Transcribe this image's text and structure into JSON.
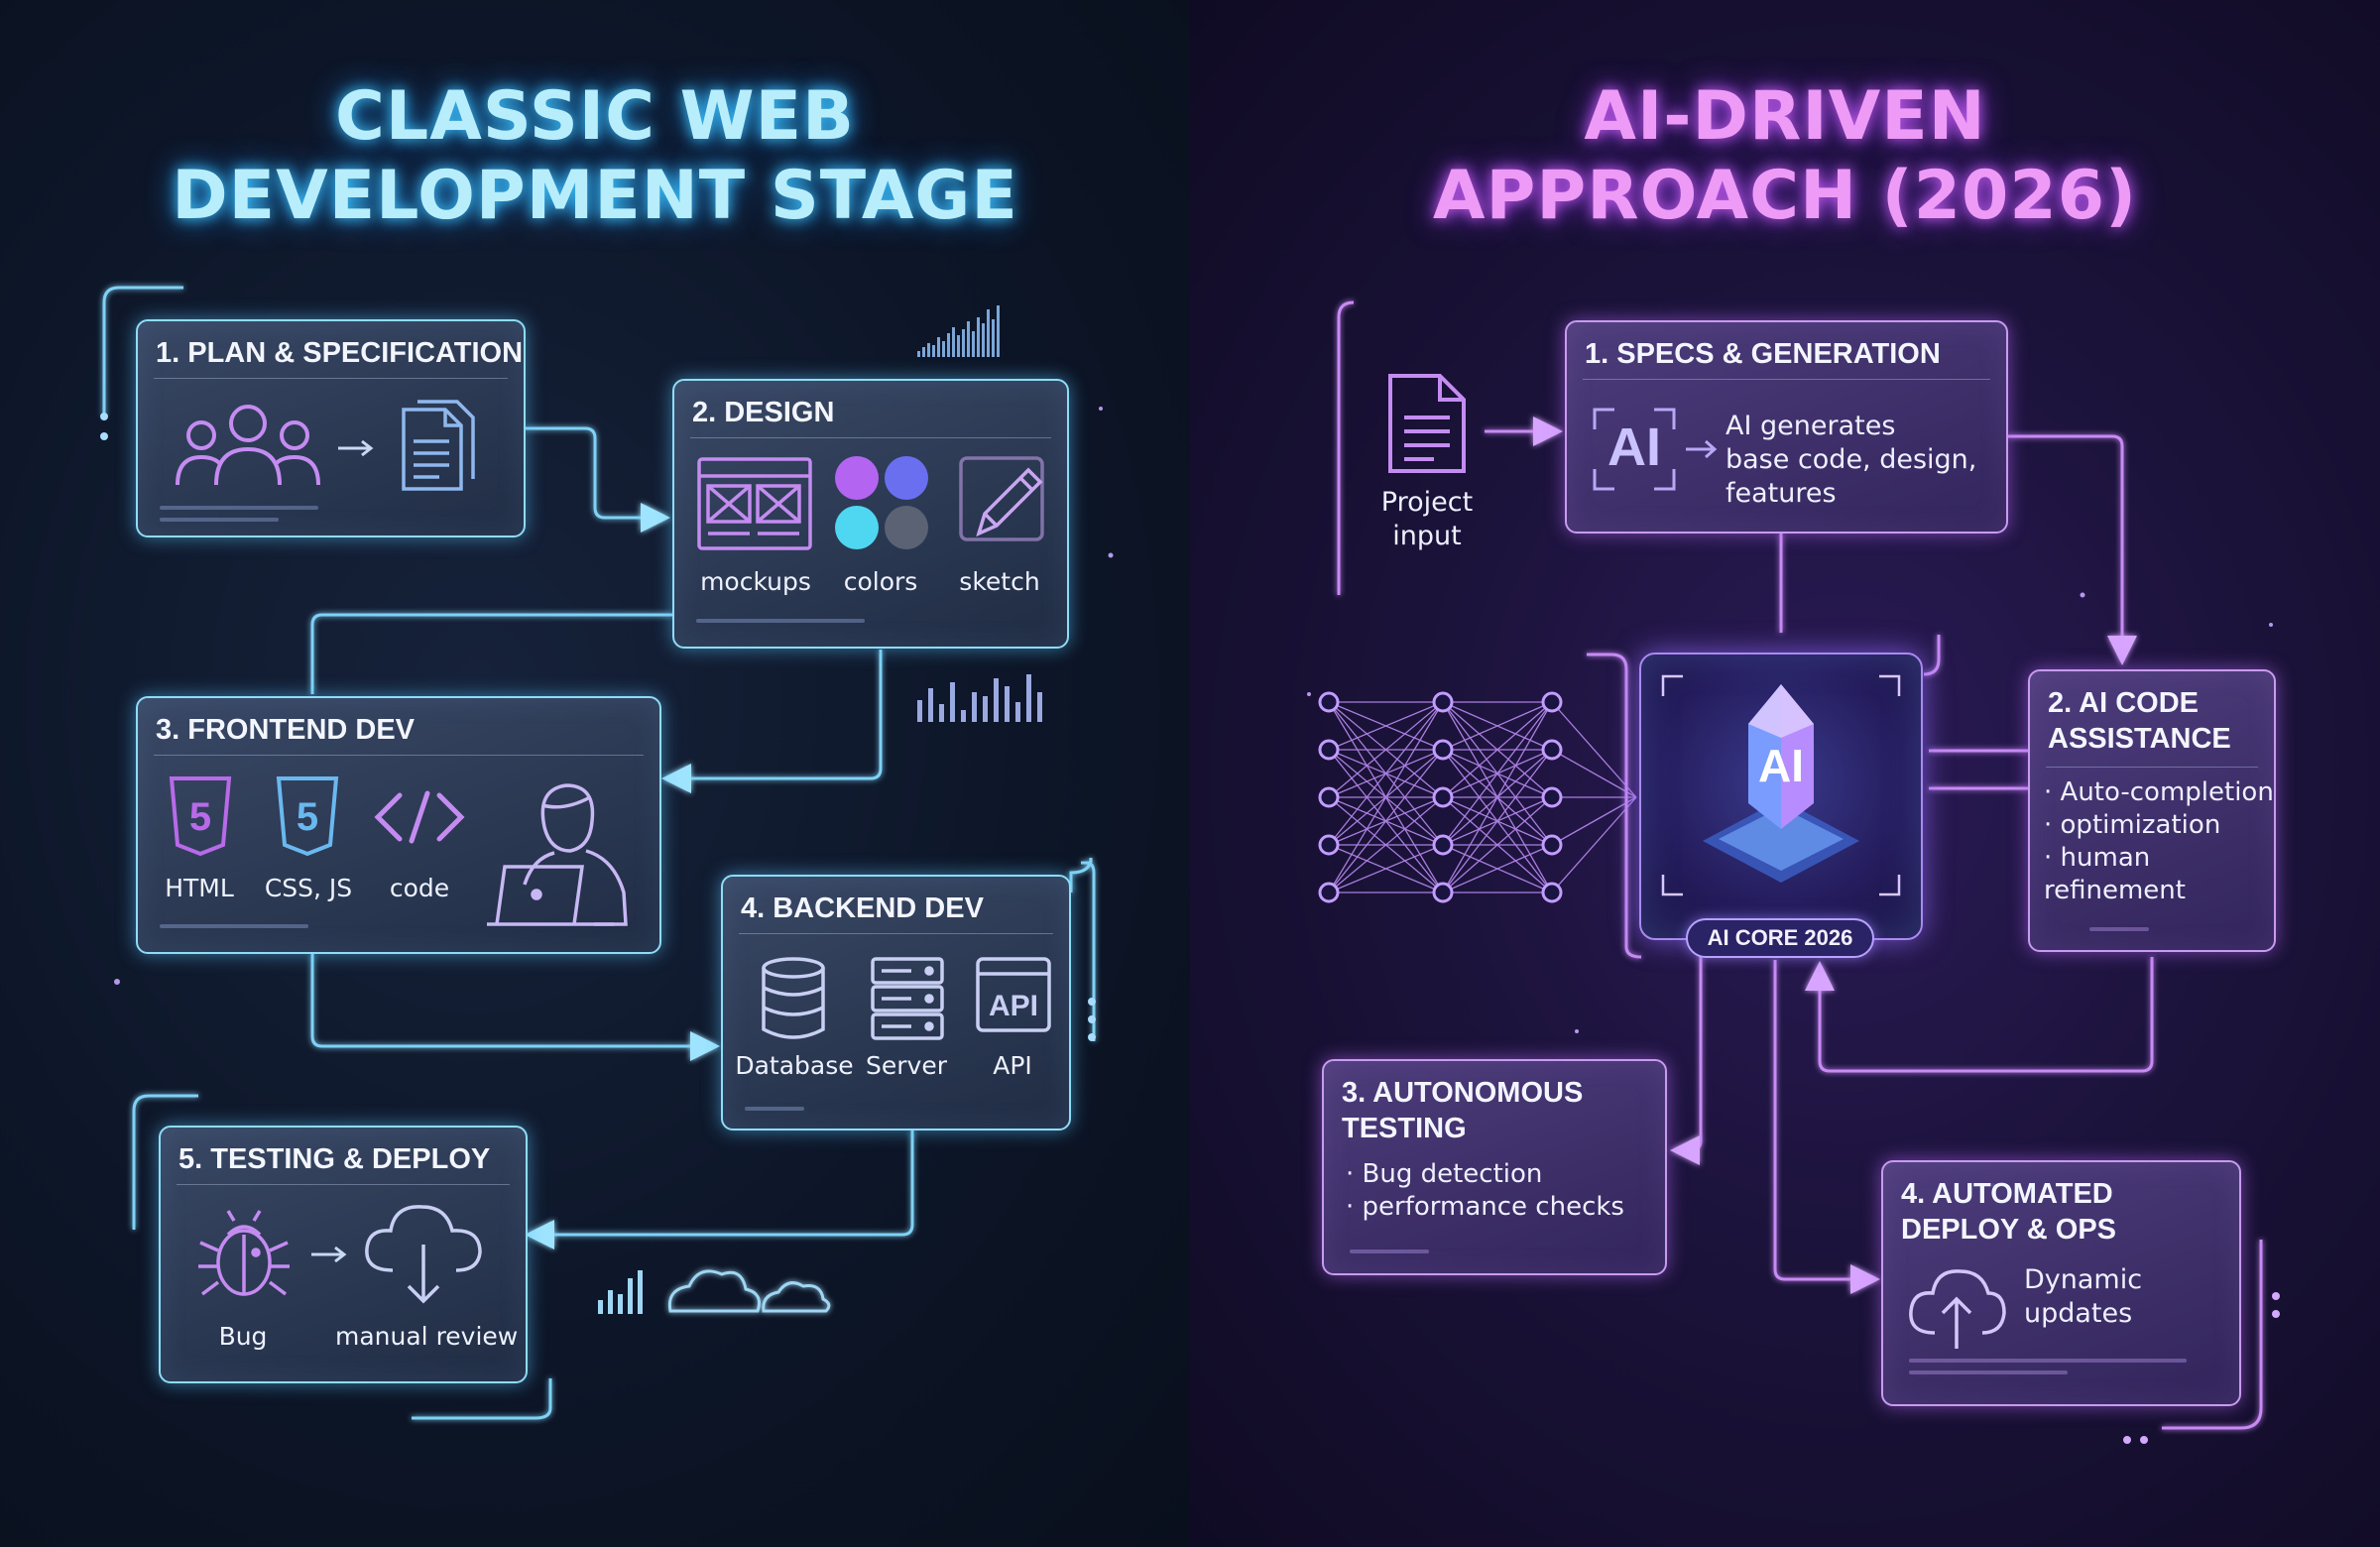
{
  "left": {
    "title": "CLASSIC WEB\nDEVELOPMENT STAGE",
    "steps": {
      "plan": {
        "title": "1. PLAN & SPECIFICATION"
      },
      "design": {
        "title": "2. DESIGN",
        "items": [
          "mockups",
          "colors",
          "sketch"
        ]
      },
      "frontend": {
        "title": "3. FRONTEND DEV",
        "items": [
          "HTML",
          "CSS, JS",
          "code"
        ]
      },
      "backend": {
        "title": "4. BACKEND DEV",
        "items": [
          "Database",
          "Server",
          "API"
        ]
      },
      "testing": {
        "title": "5. TESTING & DEPLOY",
        "items": [
          "Bug",
          "manual review"
        ]
      }
    }
  },
  "right": {
    "title": "AI-DRIVEN\nAPPROACH (2026)",
    "project_input": "Project\ninput",
    "steps": {
      "specs": {
        "title": "1. SPECS & GENERATION",
        "text": "AI generates\nbase code, design,\nfeatures",
        "ai_mark": "AI"
      },
      "assist": {
        "title": "2. AI CODE\n    ASSISTANCE",
        "bullets": [
          "· Auto-completion",
          "· optimization",
          "· human",
          "   refinement"
        ]
      },
      "autotest": {
        "title": "3. AUTONOMOUS\n    TESTING",
        "bullets": [
          "· Bug detection",
          "· performance checks"
        ]
      },
      "deploy": {
        "title": "4. AUTOMATED\n    DEPLOY & OPS",
        "text": "Dynamic\nupdates"
      }
    },
    "core": {
      "mark": "AI",
      "badge": "AI CORE 2026"
    }
  },
  "colors": {
    "classic_accent": "#8fdcf8",
    "ai_accent": "#c89af0",
    "html_icon": "#b86ae8",
    "css_icon": "#6ab8f0",
    "swatches": [
      "#b364f0",
      "#6a6ff0",
      "#4fd6f0",
      "#5a6274"
    ]
  },
  "icons": [
    "team-icon",
    "document-icon",
    "wireframe-icon",
    "pencil-icon",
    "html5-icon",
    "css3-icon",
    "code-icon",
    "developer-icon",
    "database-icon",
    "server-icon",
    "api-icon",
    "bug-icon",
    "cloud-download-icon",
    "file-icon",
    "ai-chip-icon",
    "neural-network-icon",
    "ai-crystal-icon",
    "cloud-upload-icon"
  ]
}
